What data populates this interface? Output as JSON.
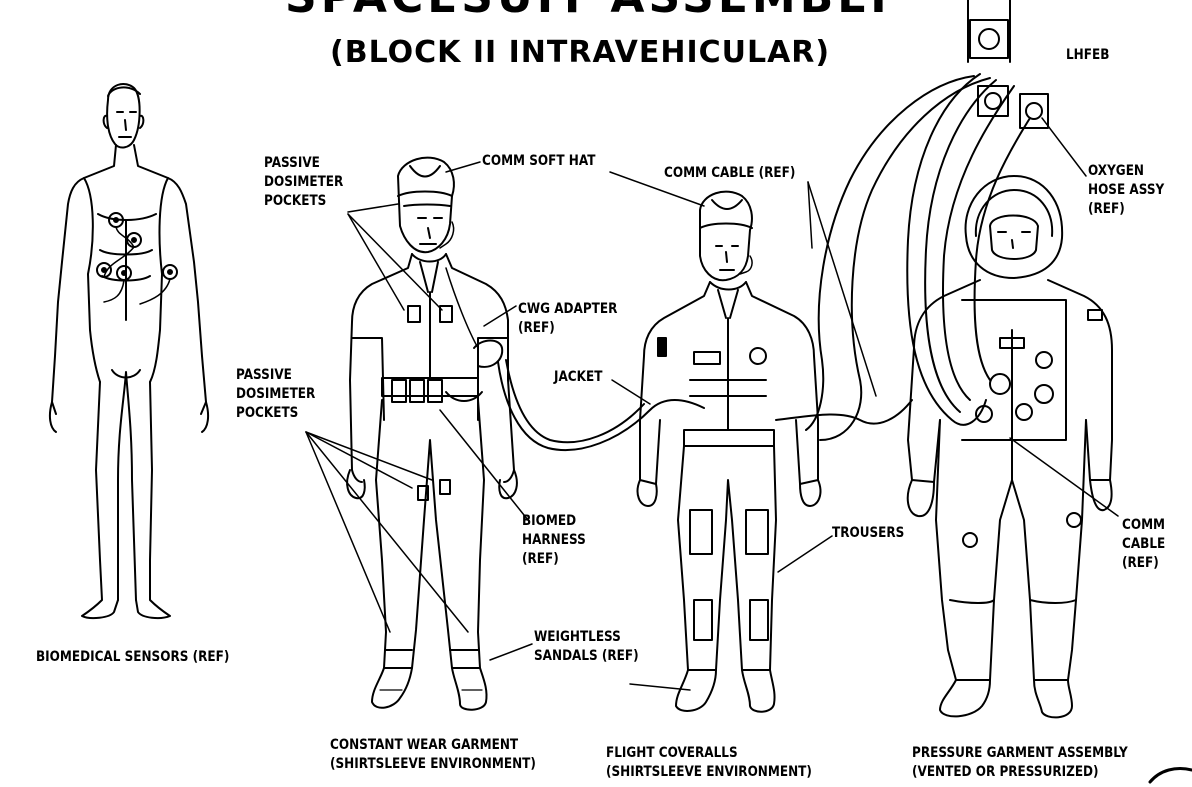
{
  "title": "SPACESUIT ASSEMBLY",
  "subtitle": "(BLOCK II  INTRAVEHICULAR)",
  "colors": {
    "ink": "#000000",
    "paper": "#ffffff"
  },
  "labels": {
    "lhfeb": "LHFEB",
    "passive_dosimeter_top": [
      "PASSIVE",
      "DOSIMETER",
      "POCKETS"
    ],
    "comm_soft_hat": "COMM SOFT HAT",
    "comm_cable_ref_top": "COMM CABLE (REF)",
    "oxygen_hose": [
      "OXYGEN",
      "HOSE ASSY",
      "(REF)"
    ],
    "cwg_adapter": [
      "CWG ADAPTER",
      "(REF)"
    ],
    "passive_dosimeter_left": [
      "PASSIVE",
      "DOSIMETER",
      "POCKETS"
    ],
    "jacket": "JACKET",
    "biomed_harness": [
      "BIOMED",
      "HARNESS",
      "(REF)"
    ],
    "trousers": "TROUSERS",
    "comm_cable_right": [
      "COMM",
      "CABLE",
      "(REF)"
    ],
    "weightless_sandals": [
      "WEIGHTLESS",
      "SANDALS (REF)"
    ],
    "biomedical_sensors": "BIOMEDICAL SENSORS (REF)",
    "constant_wear": [
      "CONSTANT WEAR GARMENT",
      "(SHIRTSLEEVE ENVIRONMENT)"
    ],
    "flight_coveralls": [
      "FLIGHT COVERALLS",
      "(SHIRTSLEEVE ENVIRONMENT)"
    ],
    "pressure_garment": [
      "PRESSURE GARMENT ASSEMBLY",
      "(VENTED OR PRESSURIZED)"
    ]
  }
}
